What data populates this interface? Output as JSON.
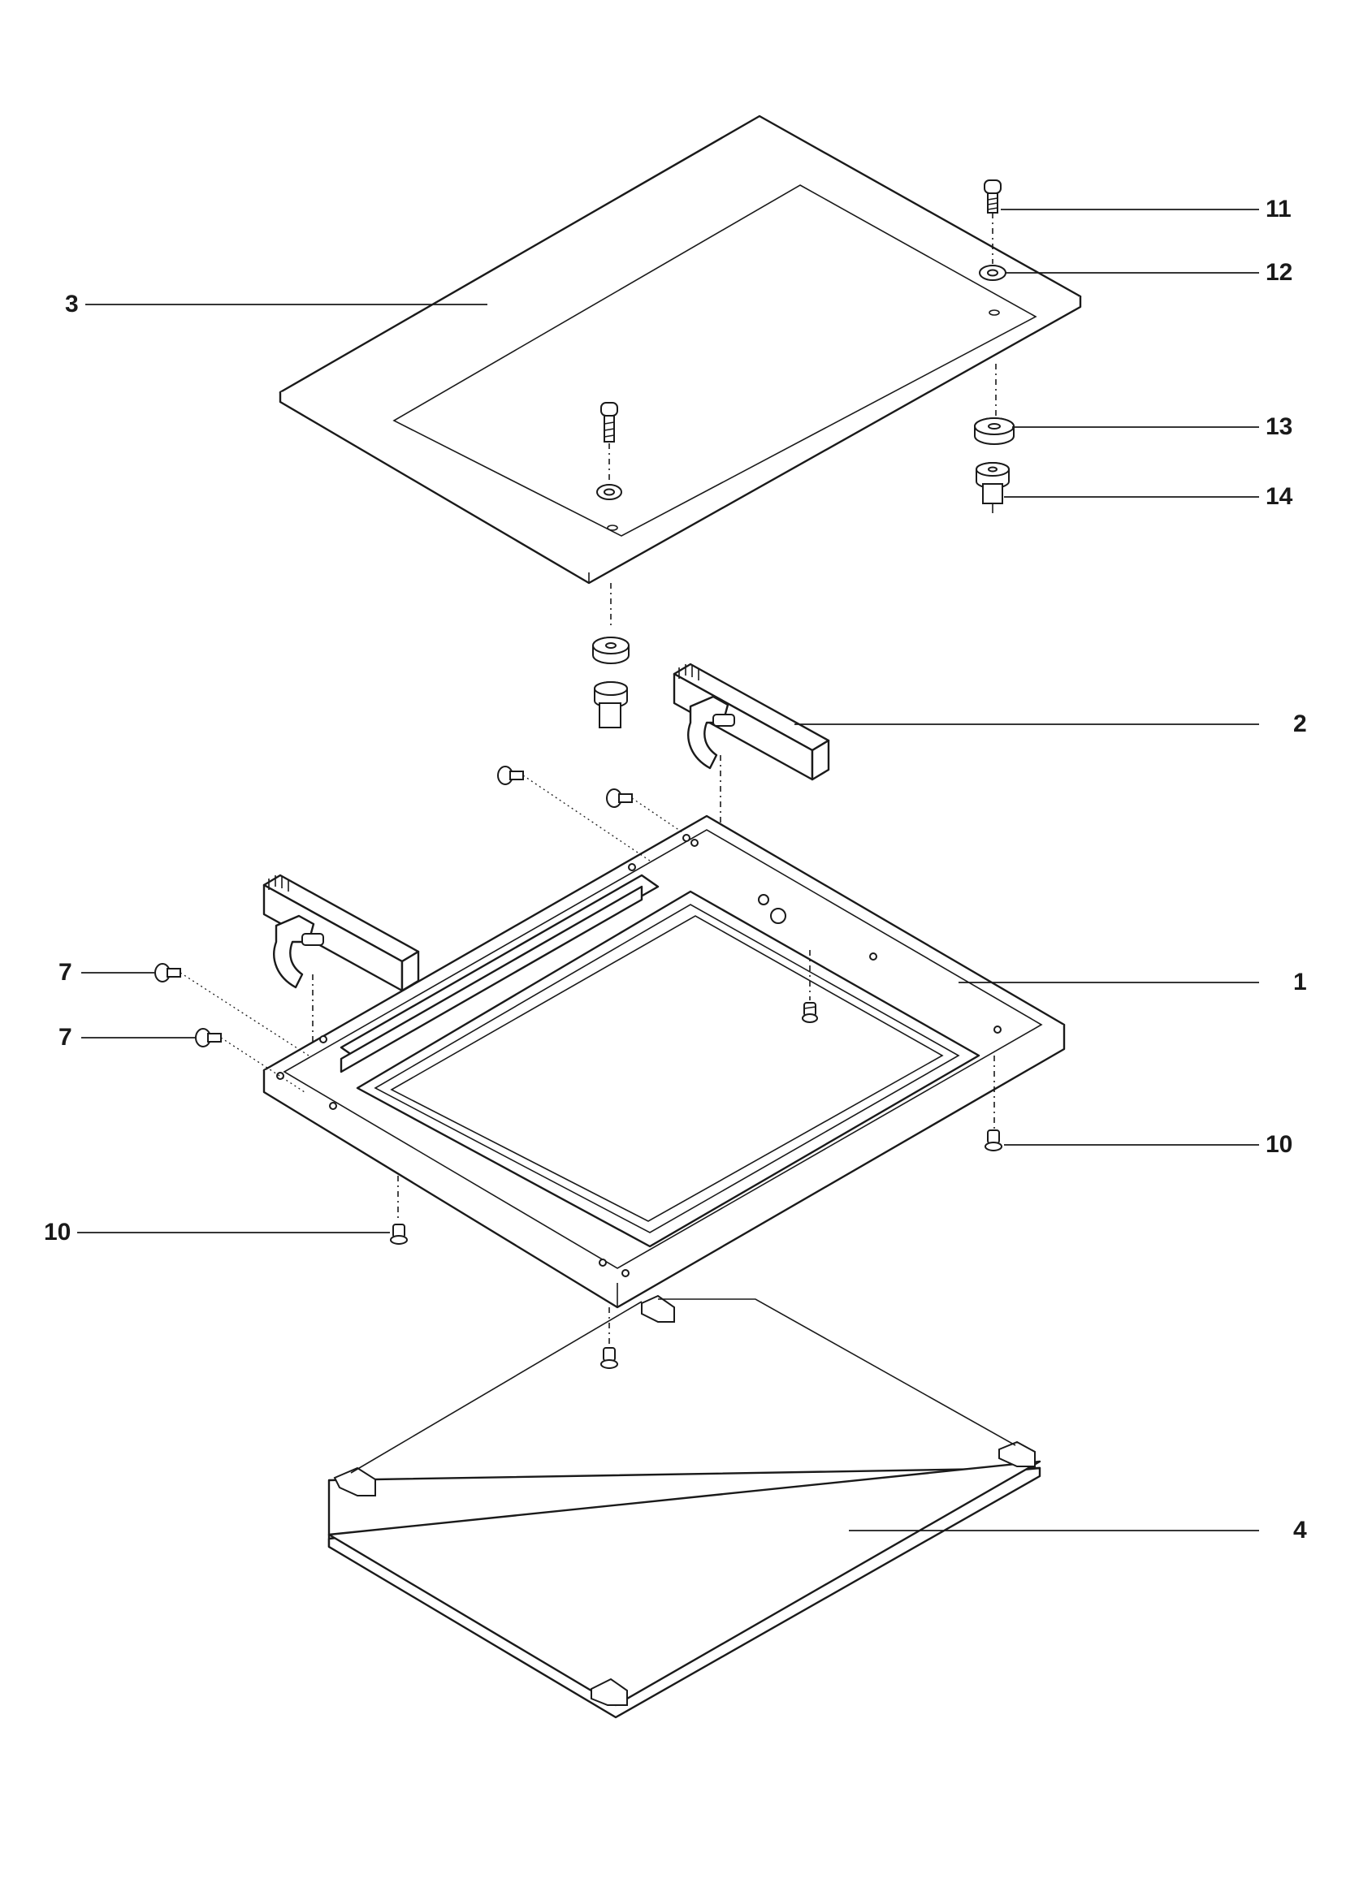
{
  "callouts": [
    {
      "id": "part-3",
      "text": "3"
    },
    {
      "id": "part-11",
      "text": "11"
    },
    {
      "id": "part-12",
      "text": "12"
    },
    {
      "id": "part-13",
      "text": "13"
    },
    {
      "id": "part-14",
      "text": "14"
    },
    {
      "id": "part-2",
      "text": "2"
    },
    {
      "id": "part-1",
      "text": "1"
    },
    {
      "id": "part-7a",
      "text": "7"
    },
    {
      "id": "part-7b",
      "text": "7"
    },
    {
      "id": "part-10a",
      "text": "10"
    },
    {
      "id": "part-10b",
      "text": "10"
    },
    {
      "id": "part-4",
      "text": "4"
    }
  ]
}
